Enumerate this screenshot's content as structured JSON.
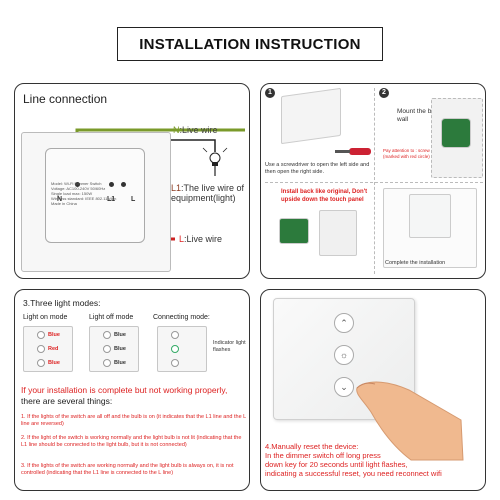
{
  "header": {
    "title": "INSTALLATION INSTRUCTION"
  },
  "panel1": {
    "title": "Line connection",
    "n_label_key": "N",
    "n_label_text": ":Live wire",
    "l1_label_key": "L1",
    "l1_label_text": ":The live wire of equipment(light)",
    "l_label_key": "L",
    "l_label_text": ":Live wire",
    "terminal_n": "N",
    "terminal_l1": "L1",
    "terminal_l": "L",
    "switch_text": [
      "Model: Wi-Fi Dimmer Switch",
      "Voltage: AC100-240V 50/60Hz",
      "Single load max: 150W",
      "Wireless standard: IEEE 802.11b/g/n",
      "Made in China"
    ]
  },
  "panel2": {
    "step1_num": "1",
    "step1_text": "Use a screwdriver to open the left side and then open the right side.",
    "step2_num": "2",
    "step2_text": "Mount the base on the wall",
    "step2_note": "Pay attention to : screw (marked with red circle)",
    "step3_red": "Install back like original, Don't upside down the touch panel",
    "step4_text": "Complete the installation"
  },
  "panel3": {
    "title": "3.Three light modes:",
    "mode_on": "Light on mode",
    "mode_off": "Light off mode",
    "mode_connect": "Connecting mode:",
    "on_labels": [
      "Blue",
      "Red",
      "Blue"
    ],
    "off_labels": [
      "Blue",
      "Blue",
      "Blue"
    ],
    "indicator": "Indicator light flashes",
    "warning_red": "If your installation is complete but not working properly, ",
    "warning_black": "there are several things:",
    "note1": "1. If the lights of the switch are all off and the bulb is on (it indicates that the L1 line and the L line are reversed)",
    "note2": "2. If the light of the switch is working normally and the light bulb is not lit (indicating that the L1 line should be connected to the light bulb, but it is not connected)",
    "note3": "3. If the lights of the switch are working normally and the light bulb is always on, it is not controlled (indicating that the L1 line is connected to the L line)"
  },
  "panel4": {
    "line1": "4.Manually reset the device:",
    "line2": "In the dimmer switch off long press",
    "line3": "down key for 20 seconds until light flashes,",
    "line4": "indicating a successful reset, you need reconnect wifi"
  },
  "colors": {
    "accent_red": "#dd2222",
    "wire_green": "#7a9a2a",
    "wire_red": "#cc2222",
    "wire_brown": "#6b2a10"
  }
}
